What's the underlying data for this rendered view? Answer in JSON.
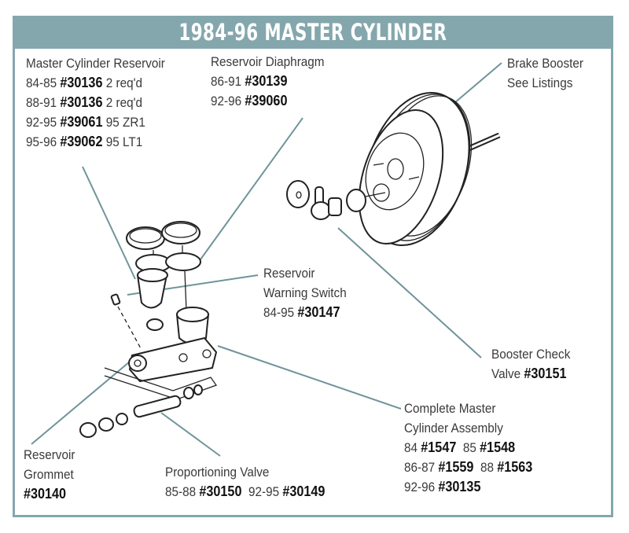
{
  "title": "1984-96 MASTER CYLINDER",
  "colors": {
    "accent": "#84a7ad",
    "text": "#3a3a3a",
    "part_number": "#111111"
  },
  "callouts": {
    "reservoir": {
      "name": "Master Cylinder Reservoir",
      "rows": [
        {
          "years": "84-85",
          "part": "#30136",
          "note": "2 req'd"
        },
        {
          "years": "88-91",
          "part": "#30136",
          "note": "2 req'd"
        },
        {
          "years": "92-95",
          "part": "#39061",
          "note": "95 ZR1"
        },
        {
          "years": "95-96",
          "part": "#39062",
          "note": "95 LT1"
        }
      ]
    },
    "diaphragm": {
      "name": "Reservoir Diaphragm",
      "rows": [
        {
          "years": "86-91",
          "part": "#30139"
        },
        {
          "years": "92-96",
          "part": "#39060"
        }
      ]
    },
    "booster": {
      "name": "Brake Booster",
      "note": "See Listings"
    },
    "warning_switch": {
      "name_line1": "Reservoir",
      "name_line2": "Warning Switch",
      "years": "84-95",
      "part": "#30147"
    },
    "check_valve": {
      "name_line1": "Booster Check",
      "name_line2": "Valve",
      "part": "#30151"
    },
    "assembly": {
      "name_line1": "Complete Master",
      "name_line2": "Cylinder Assembly",
      "rows": [
        [
          {
            "years": "84",
            "part": "#1547"
          },
          {
            "years": "85",
            "part": "#1548"
          }
        ],
        [
          {
            "years": "86-87",
            "part": "#1559"
          },
          {
            "years": "88",
            "part": "#1563"
          }
        ],
        [
          {
            "years": "92-96",
            "part": "#30135"
          }
        ]
      ]
    },
    "grommet": {
      "name_line1": "Reservoir",
      "name_line2": "Grommet",
      "part": "#30140"
    },
    "proportioning": {
      "name": "Proportioning Valve",
      "rows": [
        {
          "years": "85-88",
          "part": "#30150"
        },
        {
          "years": "92-95",
          "part": "#30149"
        }
      ]
    }
  }
}
